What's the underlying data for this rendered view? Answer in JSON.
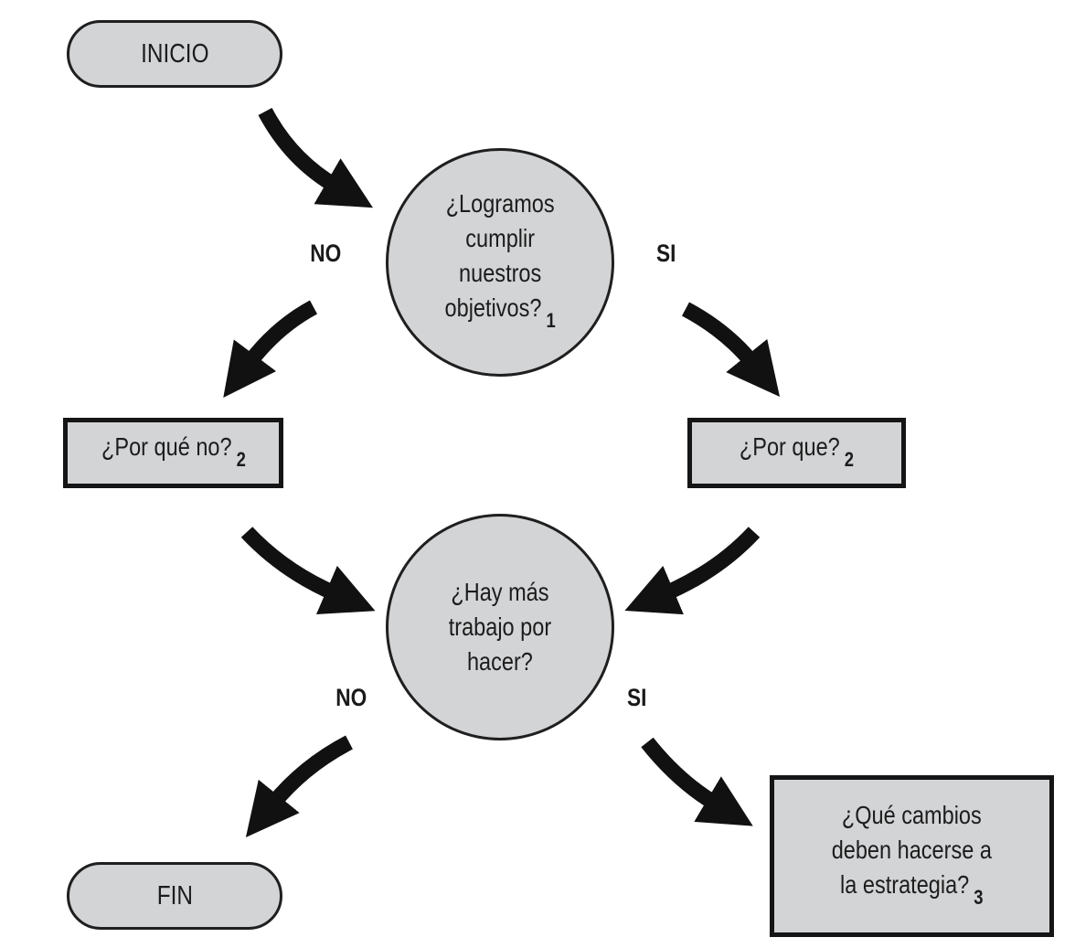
{
  "nodes": {
    "inicio": "INICIO",
    "q1": "¿Logramos\ncumplir\nnuestros\nobjetivos?",
    "q1_note": "1",
    "por_que_no": "¿Por qué no?",
    "por_que_no_note": "2",
    "por_que": "¿Por que?",
    "por_que_note": "2",
    "q2": "¿Hay más\ntrabajo por\nhacer?",
    "cambios": "¿Qué cambios\ndeben hacerse a\nla estrategia?",
    "cambios_note": "3",
    "fin": "FIN"
  },
  "labels": {
    "q1_no": "NO",
    "q1_si": "SI",
    "q2_no": "NO",
    "q2_si": "SI"
  },
  "colors": {
    "shape_fill": "#d3d4d6",
    "stroke": "#1f1f1f",
    "arrow": "#111111"
  }
}
